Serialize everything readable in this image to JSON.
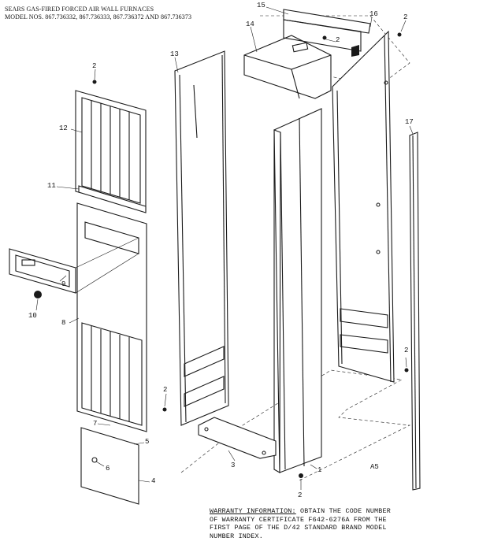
{
  "header": {
    "line1": "SEARS GAS-FIRED FORCED AIR WALL FURNACES",
    "line2": "MODEL NOS. 867.736332, 867.736333, 867.736372 AND 867.736373"
  },
  "callouts": {
    "c1": "1",
    "c2a": "2",
    "c2b": "2",
    "c2c": "2",
    "c2d": "2",
    "c2e": "2",
    "c2f": "2",
    "c3": "3",
    "c4": "4",
    "c5": "5",
    "c6": "6",
    "c7": "7",
    "c8": "8",
    "c9": "9",
    "c10": "10",
    "c11": "11",
    "c12": "12",
    "c13": "13",
    "c14": "14",
    "c15": "15",
    "c16": "16",
    "c17": "17"
  },
  "code": "A5",
  "warranty": {
    "title": "WARRANTY INFORMATION:",
    "line1": "OBTAIN THE CODE NUMBER",
    "line2": "OF WARRANTY CERTIFICATE F642-6276A  FROM THE",
    "line3": "FIRST PAGE OF THE D/42 STANDARD BRAND MODEL",
    "line4": "NUMBER INDEX."
  }
}
